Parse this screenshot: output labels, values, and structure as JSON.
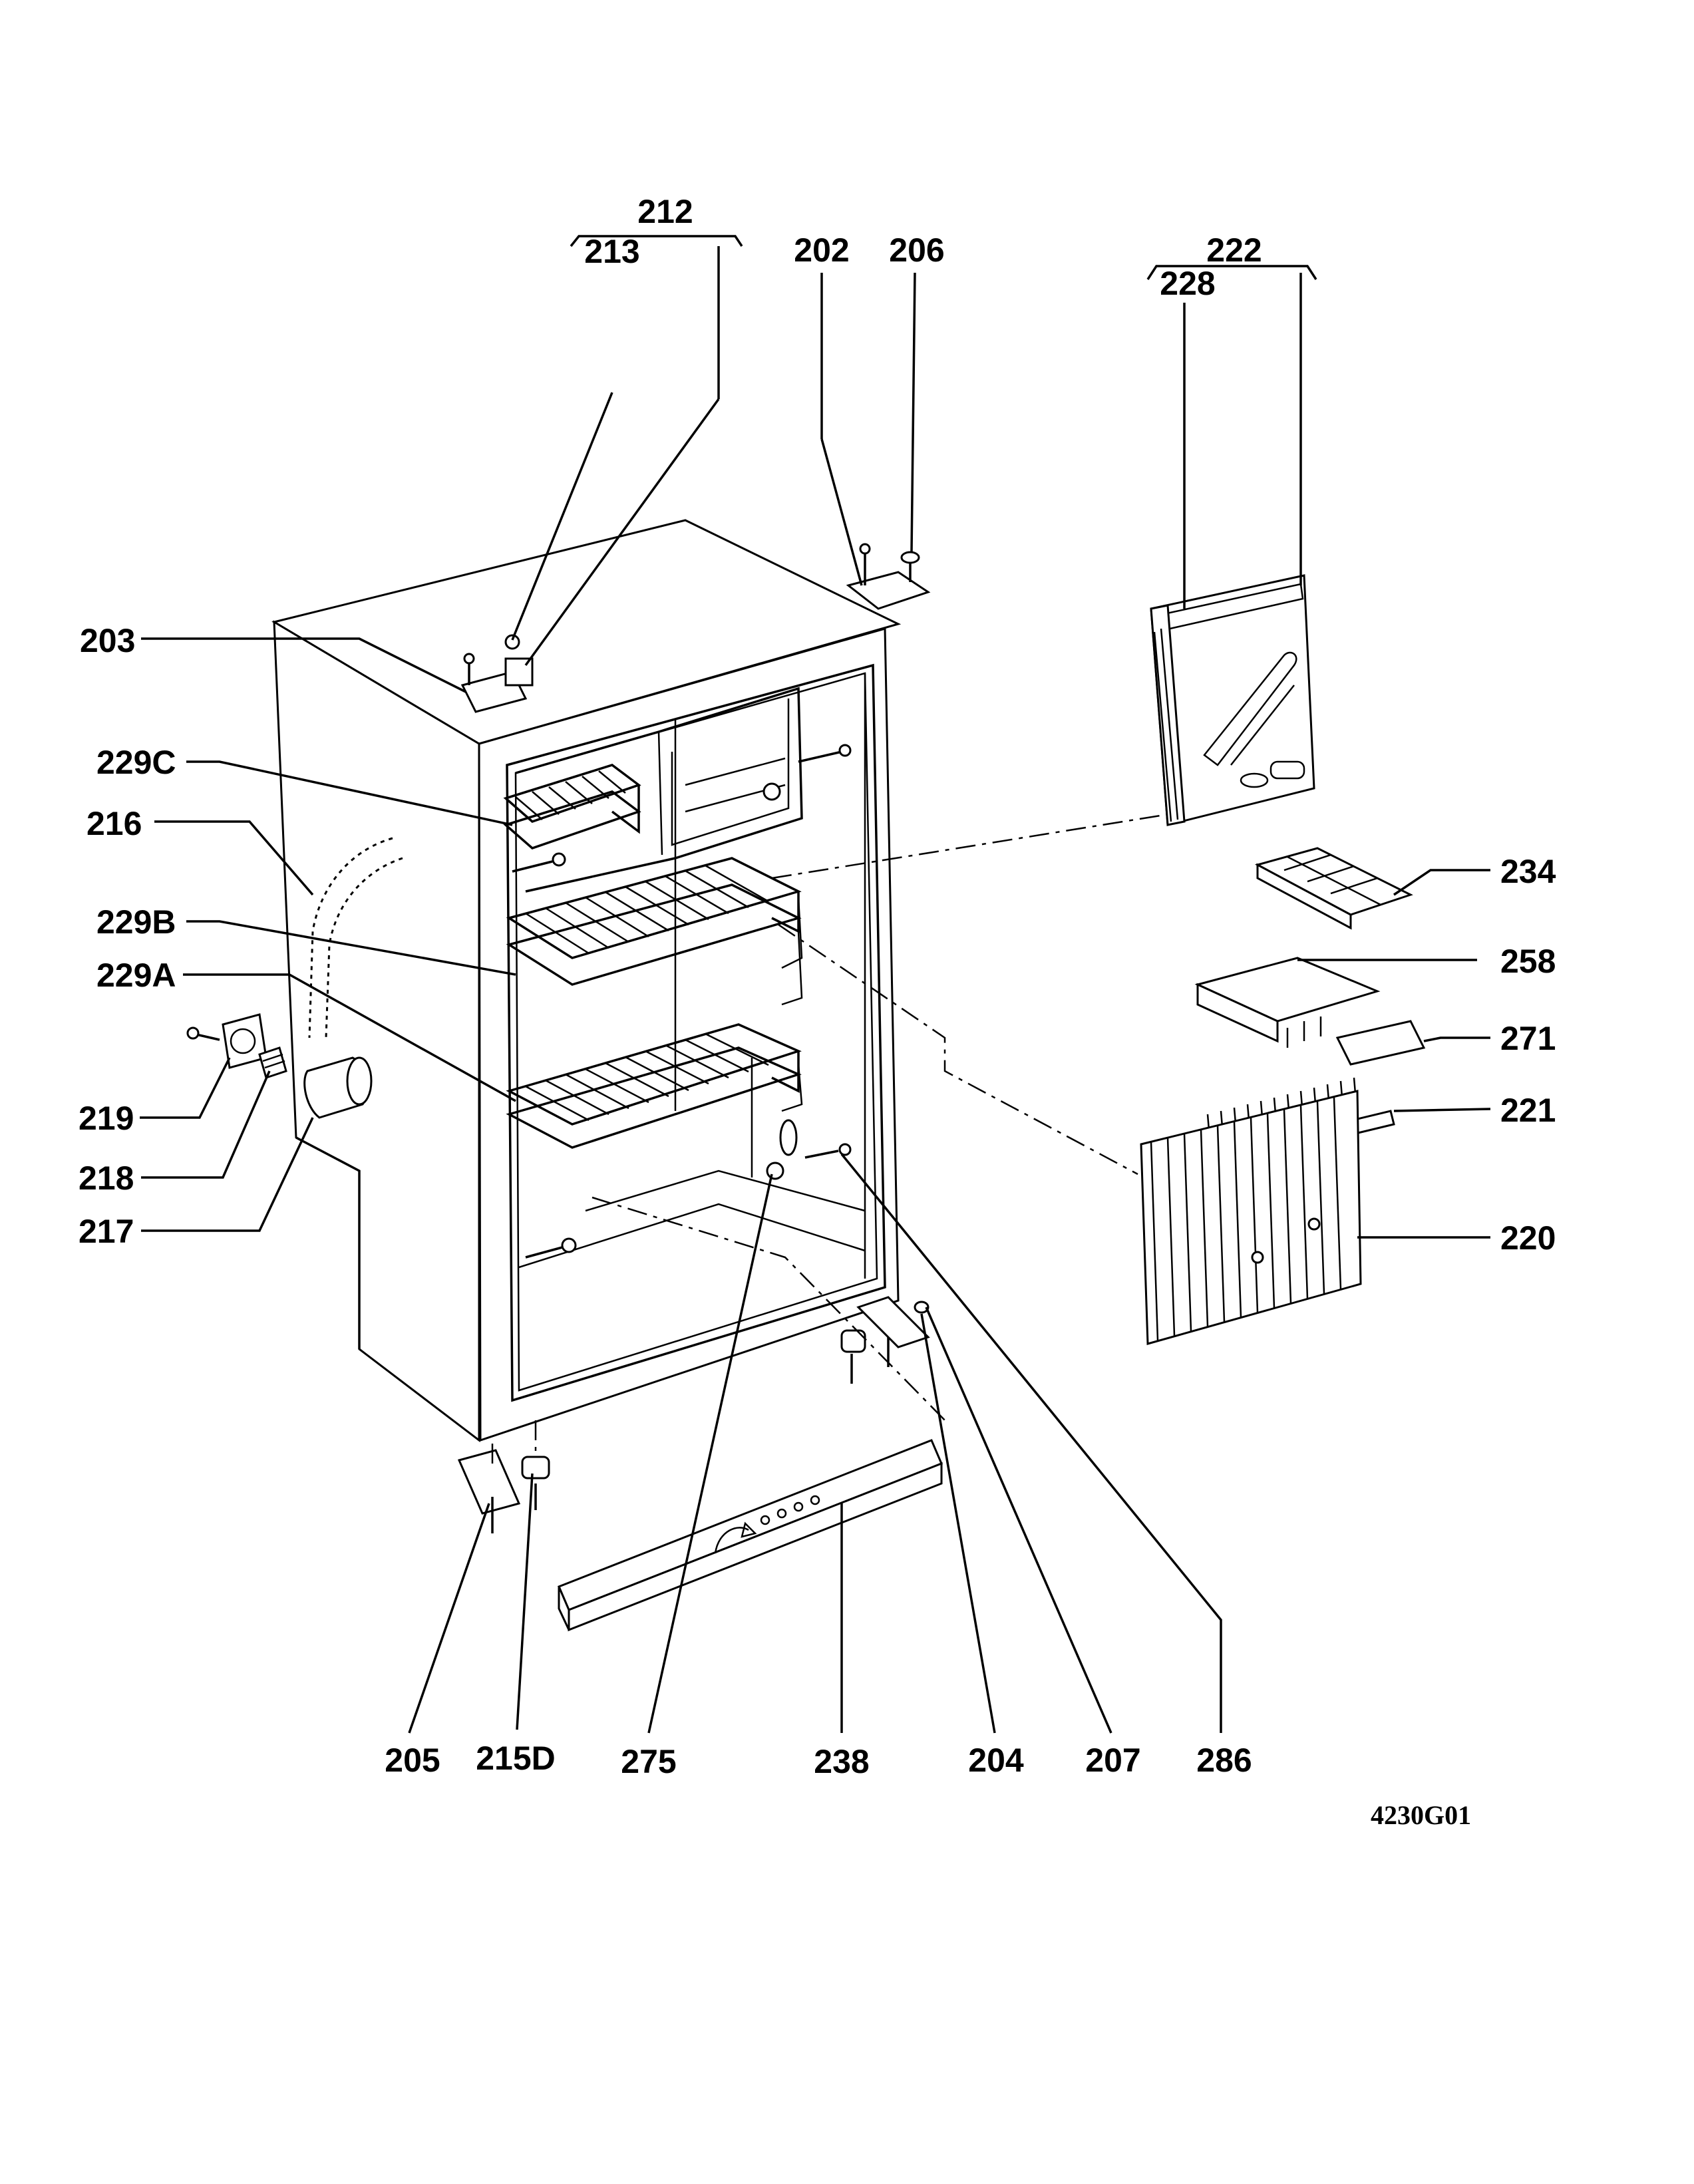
{
  "labels": {
    "p212": "212",
    "p213": "213",
    "p202": "202",
    "p206": "206",
    "p222": "222",
    "p228": "228",
    "p203": "203",
    "p229C": "229C",
    "p216": "216",
    "p229B": "229B",
    "p229A": "229A",
    "p219": "219",
    "p218": "218",
    "p217": "217",
    "p234": "234",
    "p258": "258",
    "p271": "271",
    "p221": "221",
    "p220": "220",
    "p205": "205",
    "p215D": "215D",
    "p275": "275",
    "p238": "238",
    "p204": "204",
    "p207": "207",
    "p286": "286"
  },
  "drawing_code": "4230G01"
}
